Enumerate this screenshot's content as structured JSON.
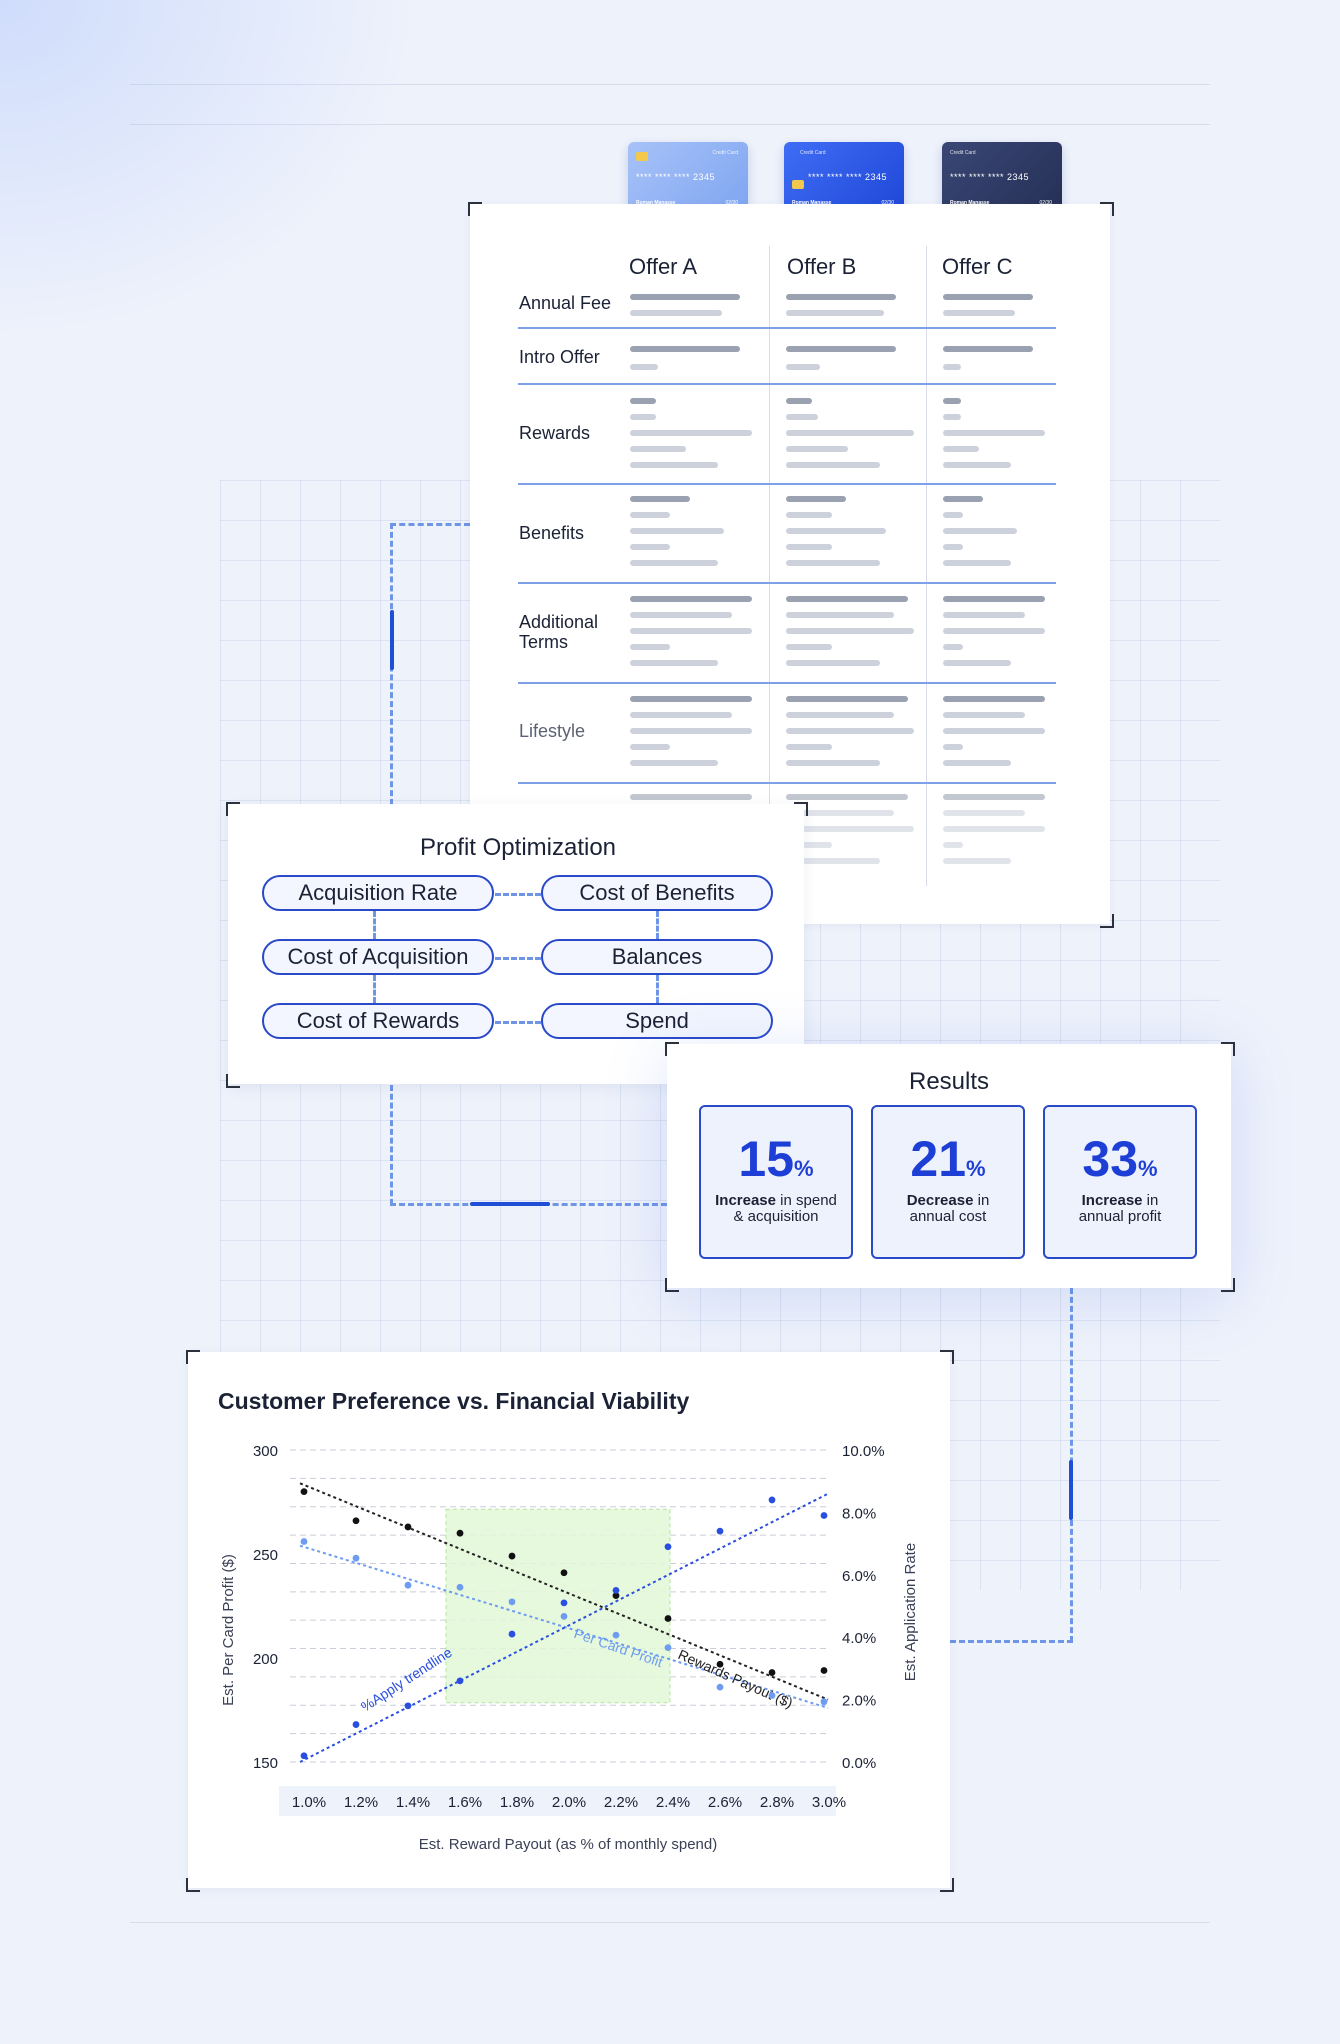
{
  "cards": [
    {
      "label": "Credit Card",
      "number": "**** **** **** 2345",
      "name": "Roman Manasse",
      "expiry": "02/30",
      "color": "#8fb0f4"
    },
    {
      "label": "Credit Card",
      "number": "**** **** **** 2345",
      "name": "Roman Manasse",
      "expiry": "02/30",
      "color": "#2e5bef"
    },
    {
      "label": "Credit Card",
      "number": "**** **** **** 2345",
      "name": "Roman Manasse",
      "expiry": "02/30",
      "color": "#2f3b66"
    }
  ],
  "offer_table": {
    "columns": [
      "Offer A",
      "Offer B",
      "Offer C"
    ],
    "rows": [
      "Annual Fee",
      "Intro Offer",
      "Rewards",
      "Benefits",
      "Additional Terms",
      "Lifestyle"
    ]
  },
  "profit": {
    "title": "Profit Optimization",
    "pills": [
      "Acquisition Rate",
      "Cost of Benefits",
      "Cost of Acquisition",
      "Balances",
      "Cost of Rewards",
      "Spend"
    ]
  },
  "results": {
    "title": "Results",
    "items": [
      {
        "value": "15",
        "unit": "%",
        "bold": "Increase",
        "text1": " in spend",
        "text2": "& acquisition"
      },
      {
        "value": "21",
        "unit": "%",
        "bold": "Decrease",
        "text1": " in",
        "text2": "annual cost"
      },
      {
        "value": "33",
        "unit": "%",
        "bold": "Increase",
        "text1": " in",
        "text2": "annual profit"
      }
    ]
  },
  "colors": {
    "accent": "#1e3fd6",
    "border": "#2a49c8",
    "highlight": "#e3f8d8"
  },
  "chart_data": {
    "type": "scatter",
    "title": "Customer Preference vs. Financial Viability",
    "xlabel": "Est. Reward Payout (as % of monthly spend)",
    "ylabel_left": "Est. Per Card Profit ($)",
    "ylabel_right": "Est. Application Rate",
    "x": [
      1.0,
      1.2,
      1.4,
      1.6,
      1.8,
      2.0,
      2.2,
      2.4,
      2.6,
      2.8,
      3.0
    ],
    "x_tick_labels": [
      "1.0%",
      "1.2%",
      "1.4%",
      "1.6%",
      "1.8%",
      "2.0%",
      "2.2%",
      "2.4%",
      "2.6%",
      "2.8%",
      "3.0%"
    ],
    "ylim_left": [
      150,
      300
    ],
    "left_tick_labels": [
      "300",
      "250",
      "200",
      "150"
    ],
    "ylim_right": [
      0,
      10
    ],
    "right_tick_labels": [
      "10.0%",
      "8.0%",
      "6.0%",
      "4.0%",
      "2.0%",
      "0.0%"
    ],
    "highlight_x_range": [
      1.6,
      2.4
    ],
    "series": [
      {
        "axis": "left",
        "color": "#111111",
        "values": [
          280,
          266,
          263,
          260,
          249,
          241,
          230,
          219,
          197,
          193,
          194
        ]
      },
      {
        "axis": "left",
        "color": "#6d9cf0",
        "values": [
          256,
          248,
          235,
          234,
          227,
          220,
          211,
          205,
          186,
          182,
          179
        ]
      },
      {
        "axis": "right",
        "color": "#2a4fe0",
        "values": [
          0.2,
          1.2,
          1.8,
          2.6,
          4.1,
          5.1,
          5.5,
          6.9,
          7.4,
          8.4,
          7.9
        ]
      }
    ],
    "trendlines": [
      {
        "label": "Rewards Payout ($)",
        "axis": "left",
        "color": "#222222",
        "from": [
          1.0,
          284
        ],
        "to": [
          3.0,
          180
        ]
      },
      {
        "label": "Per Card Profit",
        "axis": "left",
        "color": "#6d9cf0",
        "from": [
          1.0,
          254
        ],
        "to": [
          3.0,
          176
        ]
      },
      {
        "label": "%Apply trendline",
        "axis": "right",
        "color": "#2a4fe0",
        "from": [
          1.0,
          0.0
        ],
        "to": [
          3.0,
          8.6
        ]
      }
    ]
  }
}
